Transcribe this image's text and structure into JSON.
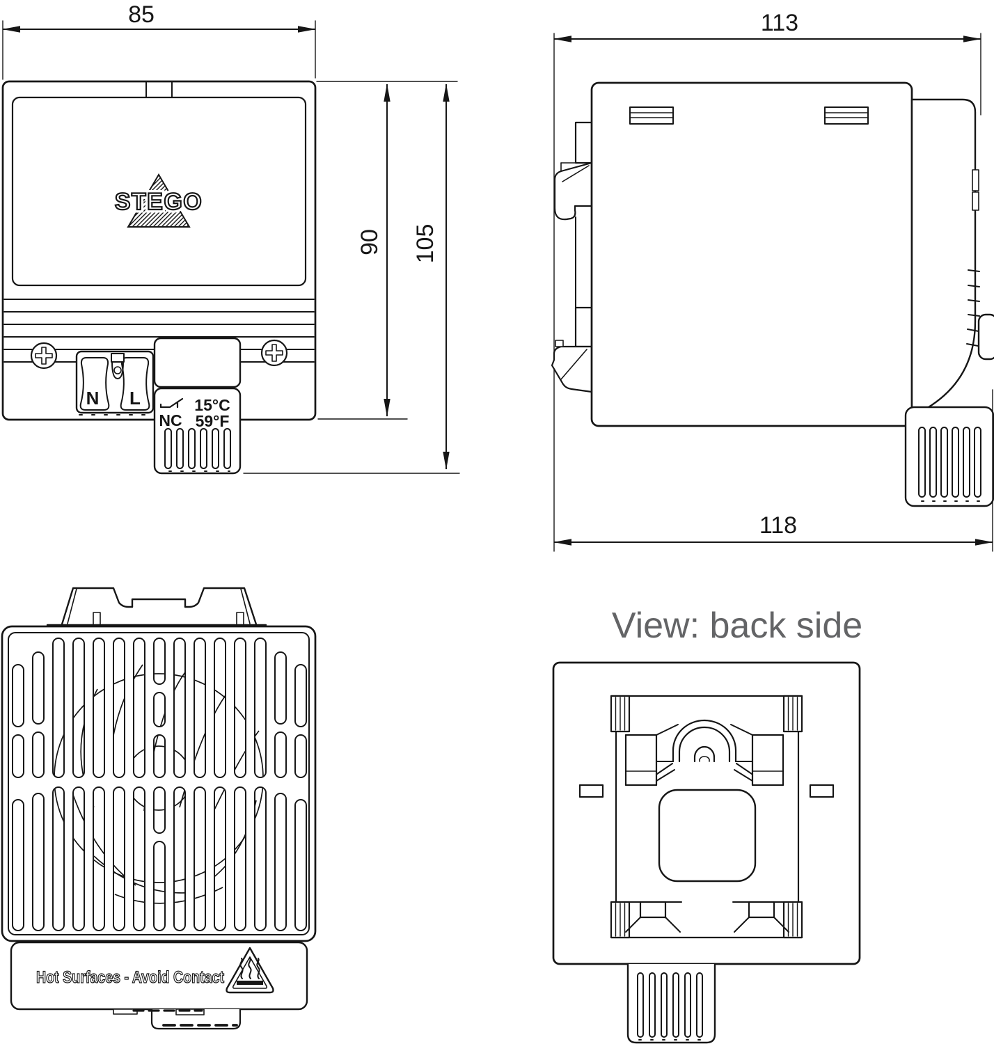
{
  "page": {
    "background": "#ffffff",
    "line_color": "#161616",
    "caption_color": "#636466"
  },
  "front_view": {
    "logo_text": "STEGO",
    "dim_width": "85",
    "dim_height_body": "90",
    "dim_height_total": "105",
    "terminal_n": "N",
    "terminal_l": "L",
    "thermostat_contact": "NC",
    "thermostat_temp_c": "15°C",
    "thermostat_temp_f": "59°F"
  },
  "side_view": {
    "dim_depth_body": "113",
    "dim_depth_total": "118"
  },
  "grille_view": {
    "warning_text": "Hot Surfaces - Avoid Contact"
  },
  "back_view": {
    "caption": "View: back side"
  }
}
